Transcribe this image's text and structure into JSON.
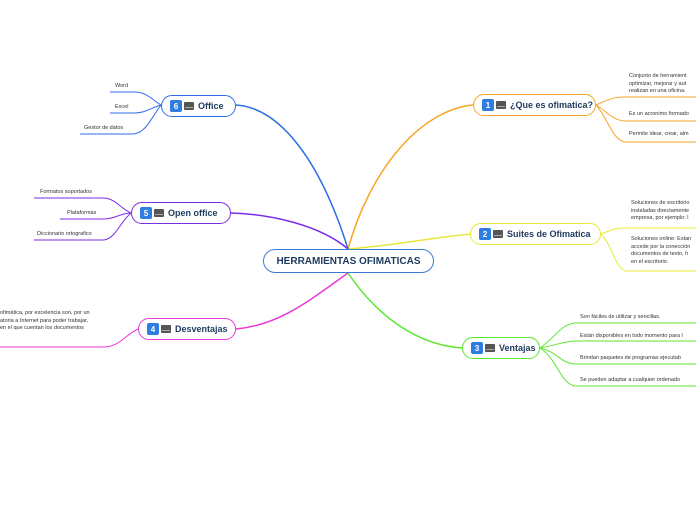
{
  "center": {
    "label": "HERRAMIENTAS OFIMATICAS"
  },
  "topics": {
    "t1": {
      "num": "1",
      "label": "¿Que es ofimatica?",
      "color": "#f5a623",
      "leaves": [
        "Conjunto de herramient\noptimizar, mejorar y aut\nrealizan en una oficina.",
        "Es un acronimo formado",
        "Permite idear, crear, alm"
      ]
    },
    "t2": {
      "num": "2",
      "label": "Suites de Ofimatica",
      "color": "#e8e83a",
      "leaves": [
        "Soluciones de escritorio\ninstaladas directamente\nempresa, por ejemplo: l",
        "Soluciones online: Estan\naccede por la conección\ndocumentos de texto, h\nen el escritorio."
      ]
    },
    "t3": {
      "num": "3",
      "label": "Ventajas",
      "color": "#5ce62e",
      "leaves": [
        "Son fáciles de utilizar y sencillas.",
        "Están disponibles en todo momento para l",
        "Brindan paquetes de programas ejecutab",
        "Se pueden adaptar a cualquier ordenado"
      ]
    },
    "t4": {
      "num": "4",
      "label": "Desventajas",
      "color": "#e83ad6",
      "leaves": [
        "ofimática, por excelencia son, por un\natoria a Internet para poder trabajar,\nen el que cuentan los documentos"
      ]
    },
    "t5": {
      "num": "5",
      "label": "Open office",
      "color": "#7a2ee6",
      "leaves": [
        "Formatos soportados",
        "Plataformas",
        "Diccionario ortografico"
      ]
    },
    "t6": {
      "num": "6",
      "label": "Office",
      "color": "#2f6ee8",
      "leaves": [
        "Word",
        "Excel",
        "Gestor de datos"
      ]
    }
  }
}
